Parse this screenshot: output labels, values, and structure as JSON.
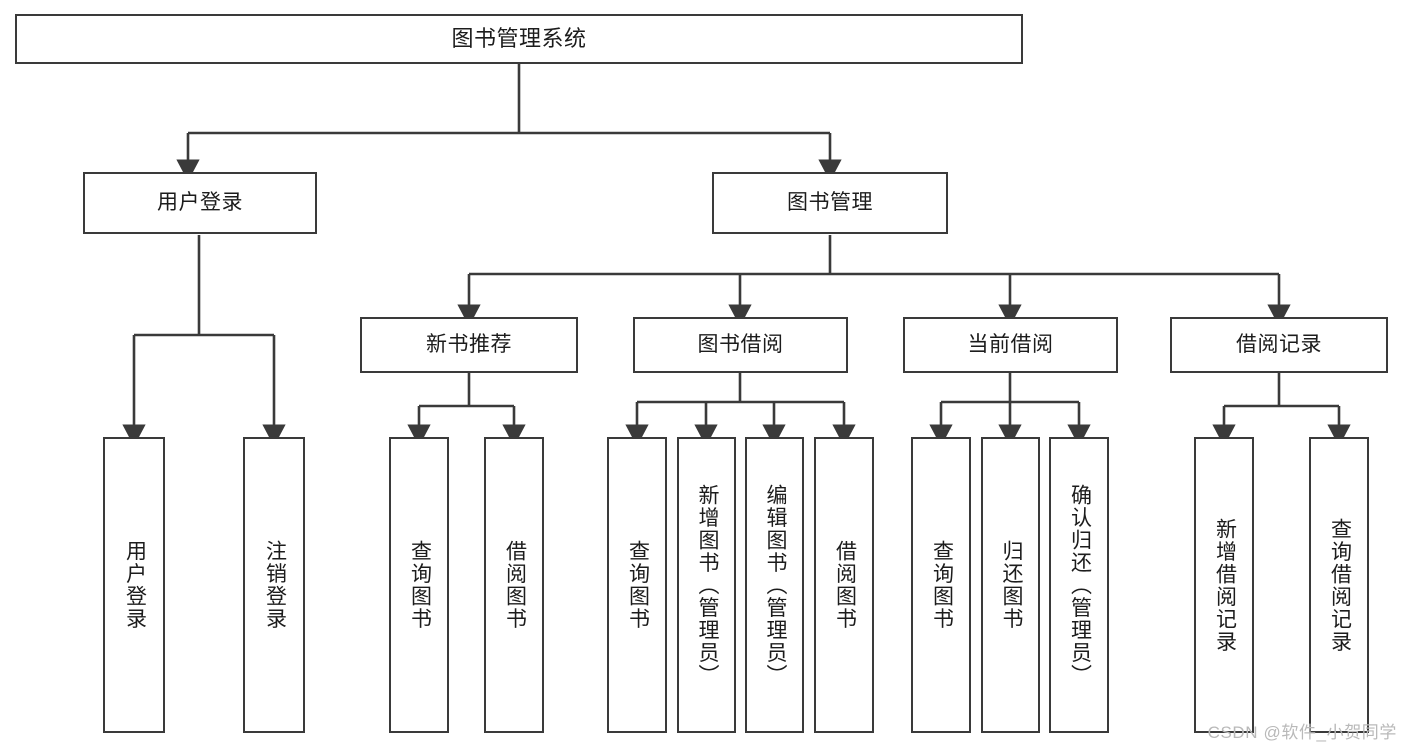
{
  "diagram": {
    "title": "图书管理系统",
    "type": "功能结构图",
    "watermark": "CSDN @软件_小贺同学",
    "colors": {
      "box_border": "#3a3a3a",
      "box_fill": "#ffffff",
      "connector": "#3a3a3a",
      "text": "#1c1c1c",
      "watermark": "#b9b9b9"
    }
  },
  "nodes": {
    "root": {
      "label": "图书管理系统"
    },
    "level2": [
      {
        "label": "用户登录"
      },
      {
        "label": "图书管理"
      }
    ],
    "level3": [
      {
        "label": "新书推荐"
      },
      {
        "label": "图书借阅"
      },
      {
        "label": "当前借阅"
      },
      {
        "label": "借阅记录"
      }
    ],
    "leaves": [
      {
        "label": "用户登录",
        "parent": "用户登录"
      },
      {
        "label": "注销登录",
        "parent": "用户登录"
      },
      {
        "label": "查询图书",
        "parent": "新书推荐"
      },
      {
        "label": "借阅图书",
        "parent": "新书推荐"
      },
      {
        "label": "查询图书",
        "parent": "图书借阅"
      },
      {
        "label": "新增图书（管理员）",
        "parent": "图书借阅"
      },
      {
        "label": "编辑图书（管理员）",
        "parent": "图书借阅"
      },
      {
        "label": "借阅图书",
        "parent": "图书借阅"
      },
      {
        "label": "查询图书",
        "parent": "当前借阅"
      },
      {
        "label": "归还图书",
        "parent": "当前借阅"
      },
      {
        "label": "确认归还（管理员）",
        "parent": "当前借阅"
      },
      {
        "label": "新增借阅记录",
        "parent": "借阅记录"
      },
      {
        "label": "查询借阅记录",
        "parent": "借阅记录"
      }
    ]
  }
}
